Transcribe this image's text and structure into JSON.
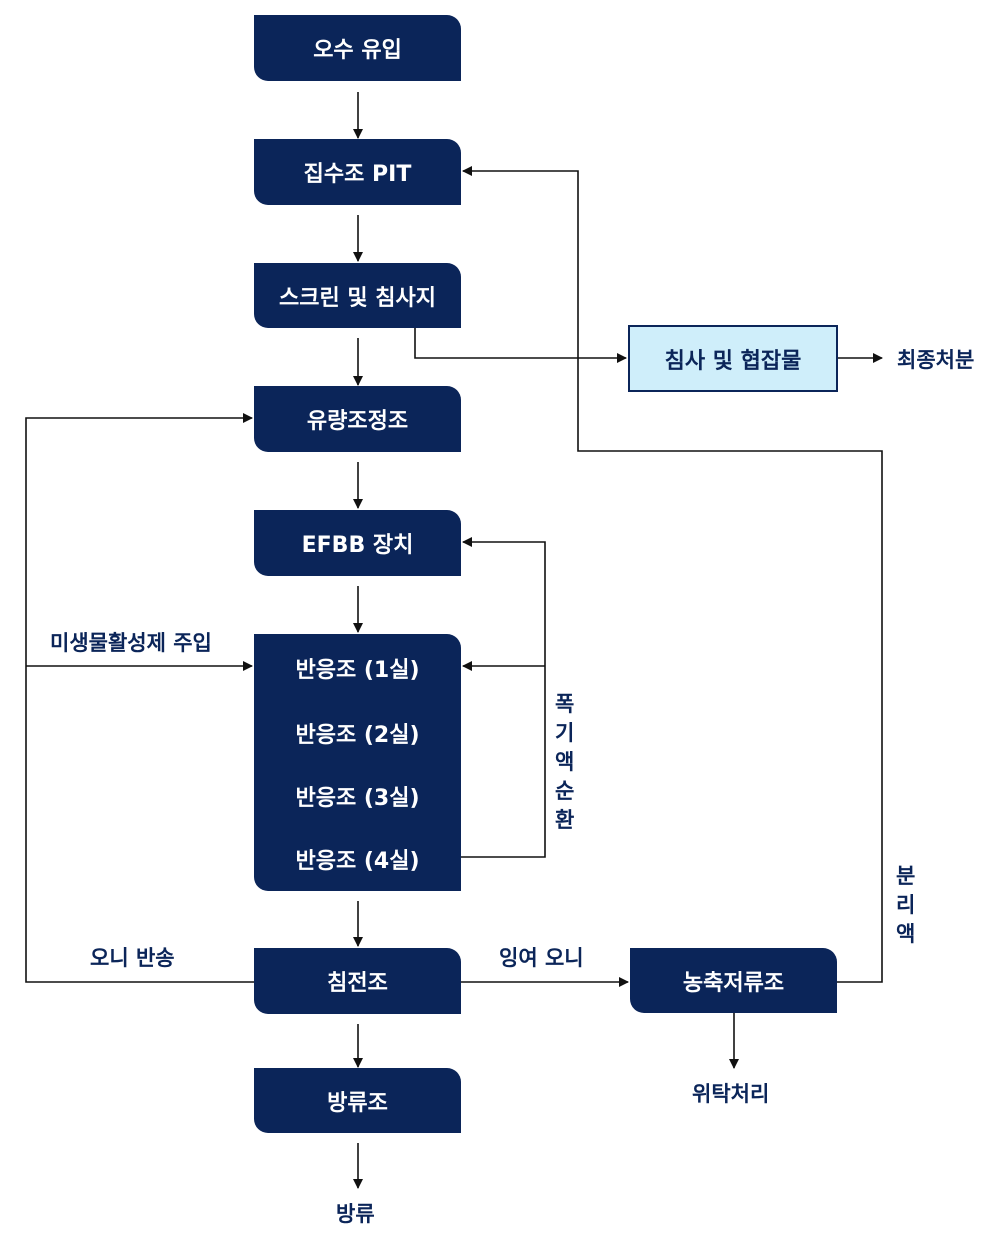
{
  "colors": {
    "box": "#0b2559",
    "highlight_box": "#cfeefa",
    "line": "#111111"
  },
  "nodes": {
    "inflow": "오수 유입",
    "pit": "집수조 PIT",
    "screen": "스크린 및 침사지",
    "equalization": "유량조정조",
    "efbb": "EFBB 장치",
    "reactors": [
      "반응조 (1실)",
      "반응조 (2실)",
      "반응조 (3실)",
      "반응조 (4실)"
    ],
    "settling": "침전조",
    "discharge_tank": "방류조",
    "grit": "침사 및 협잡물",
    "thickener": "농축저류조"
  },
  "outputs": {
    "final_disposal": "최종처분",
    "discharge": "방류",
    "outsourcing": "위탁처리"
  },
  "labels": {
    "microbe_injection": "미생물활성제 주입",
    "sludge_return": "오니 반송",
    "excess_sludge": "잉여 오니",
    "aeration_recirculation": [
      "폭",
      "기",
      "액",
      "순",
      "환"
    ],
    "separated_liquid": [
      "분",
      "리",
      "액"
    ]
  }
}
